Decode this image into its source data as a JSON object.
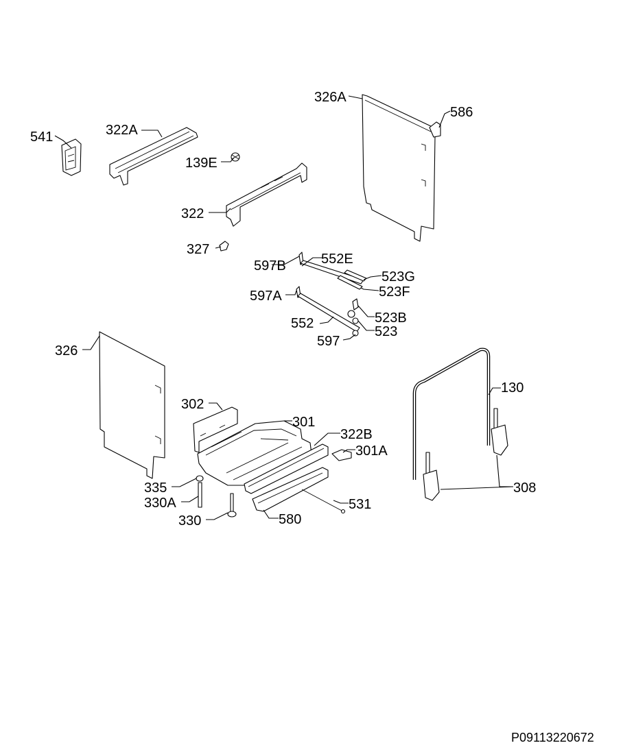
{
  "document_id": "P09113220672",
  "callouts": {
    "c541": "541",
    "c322a": "322A",
    "c139e": "139E",
    "c322": "322",
    "c327": "327",
    "c326a": "326A",
    "c586": "586",
    "c597b": "597B",
    "c552e": "552E",
    "c523g": "523G",
    "c523f": "523F",
    "c597a": "597A",
    "c523b": "523B",
    "c552": "552",
    "c523": "523",
    "c597": "597",
    "c326": "326",
    "c302": "302",
    "c301": "301",
    "c322b": "322B",
    "c301a": "301A",
    "c130": "130",
    "c308": "308",
    "c335": "335",
    "c330a": "330A",
    "c330": "330",
    "c580": "580",
    "c531": "531"
  }
}
